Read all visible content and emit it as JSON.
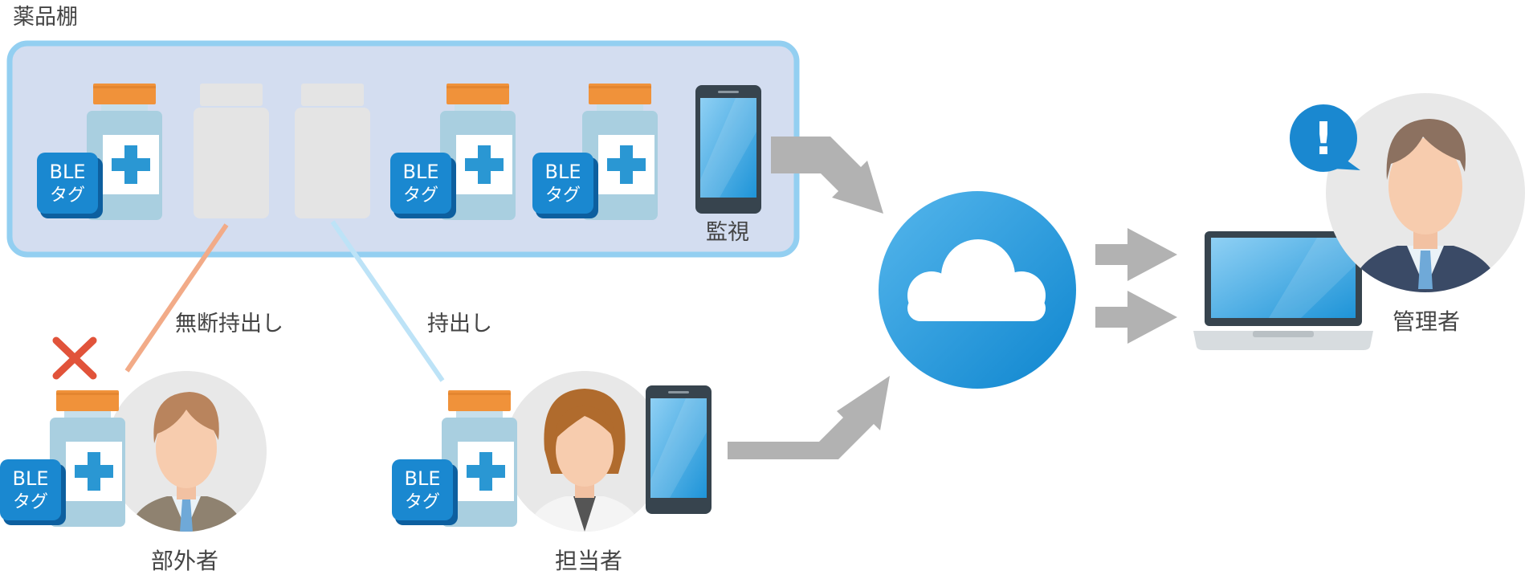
{
  "shelf": {
    "title": "薬品棚",
    "monitor_label": "監視"
  },
  "tag": {
    "line1": "BLE",
    "line2": "タグ"
  },
  "flows": {
    "unauthorized": "無断持出し",
    "authorized": "持出し"
  },
  "people": {
    "outsider": "部外者",
    "staff": "担当者",
    "admin": "管理者"
  },
  "alert": {
    "symbol": "!"
  },
  "denied": {
    "symbol": "✕"
  },
  "colors": {
    "shelf_fill": "#d3ddf0",
    "shelf_border": "#93cff1",
    "cap": "#f0923a",
    "bottle": "#a9cfe0",
    "cross": "#2a97d3",
    "tag_blue": "#1a88d0",
    "arrow_gray": "#b2b2b2",
    "cloud_blue": "#1f95d8",
    "unauth_line": "#f2ab88",
    "auth_line": "#bde3f7",
    "deny_red": "#e1533a"
  }
}
